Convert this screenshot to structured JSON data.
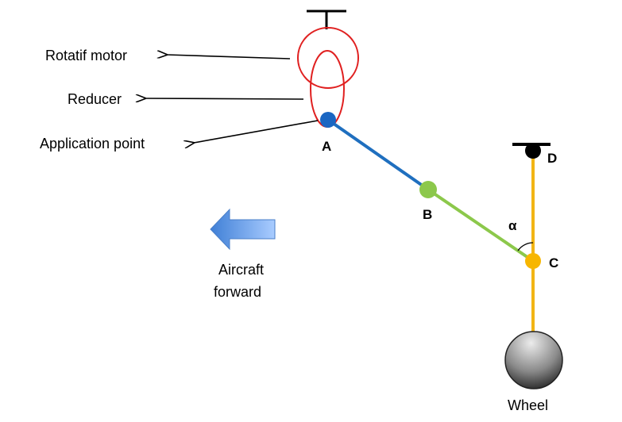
{
  "labels": {
    "motor": "Rotatif motor",
    "reducer": "Reducer",
    "application_point": "Application point",
    "point_a": "A",
    "point_b": "B",
    "point_c": "C",
    "point_d": "D",
    "angle": "α",
    "aircraft_line1": "Aircraft",
    "aircraft_line2": "forward",
    "wheel": "Wheel"
  },
  "colors": {
    "motor_outline": "#e02020",
    "link_ab": "#1f6fbf",
    "link_bc": "#8cc84b",
    "link_cd": "#f2b515",
    "point_a": "#1a66c2",
    "point_b": "#8cc84b",
    "point_c": "#f7b600",
    "point_d": "#000000",
    "arrow_fill": "#6fa6ee",
    "wheel_dark": "#1a1a1a",
    "wheel_light": "#e6e6e6"
  },
  "icons": {
    "direction_arrow": "left-arrow-icon",
    "wheel": "wheel-icon",
    "motor": "motor-icon"
  }
}
